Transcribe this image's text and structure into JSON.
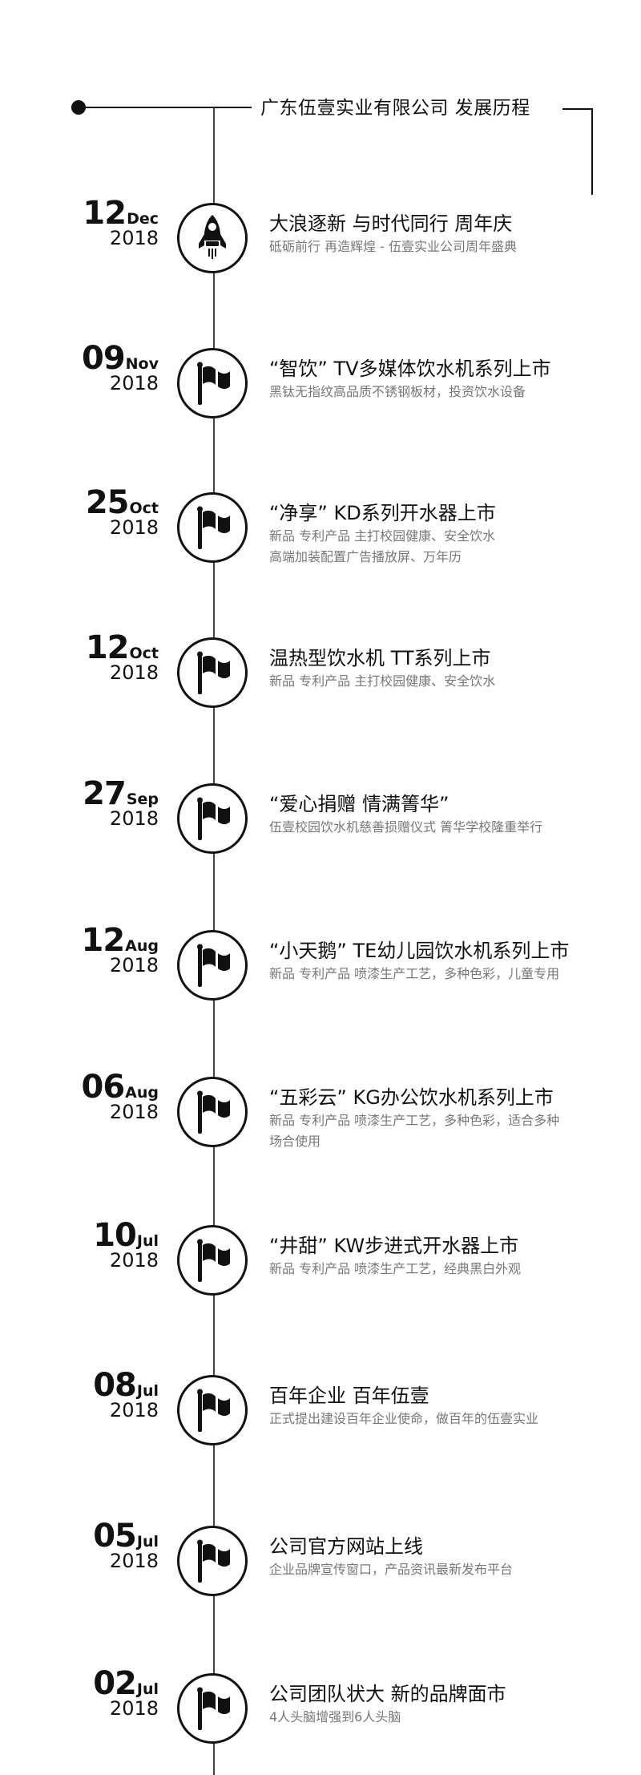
{
  "header": {
    "title": "广东伍壹实业有限公司  发展历程"
  },
  "events": [
    {
      "day": "12",
      "month": "Dec",
      "year": "2018",
      "icon": "rocket-icon",
      "title": "大浪逐新 与时代同行  周年庆",
      "sub": [
        "砥砺前行 再造辉煌 - 伍壹实业公司周年盛典"
      ]
    },
    {
      "day": "09",
      "month": "Nov",
      "year": "2018",
      "icon": "flag-icon",
      "title": "“智饮”  TV多媒体饮水机系列上市",
      "sub": [
        "黑钛无指纹高品质不锈钢板材，投资饮水设备"
      ]
    },
    {
      "day": "25",
      "month": "Oct",
      "year": "2018",
      "icon": "flag-icon",
      "title": "“净享”  KD系列开水器上市",
      "sub": [
        "新品 专利产品 主打校园健康、安全饮水",
        "高端加装配置广告播放屏、万年历"
      ]
    },
    {
      "day": "12",
      "month": "Oct",
      "year": "2018",
      "icon": "flag-icon",
      "title": "温热型饮水机 TT系列上市",
      "sub": [
        "新品 专利产品 主打校园健康、安全饮水"
      ]
    },
    {
      "day": "27",
      "month": "Sep",
      "year": "2018",
      "icon": "flag-icon",
      "title": "“爱心捐赠  情满箐华”",
      "sub": [
        "伍壹校园饮水机慈善损赠仪式 箐华学校隆重举行"
      ]
    },
    {
      "day": "12",
      "month": "Aug",
      "year": "2018",
      "icon": "flag-icon",
      "title": "“小天鹅”  TE幼儿园饮水机系列上市",
      "sub": [
        "新品 专利产品 喷漆生产工艺，多种色彩，儿童专用"
      ]
    },
    {
      "day": "06",
      "month": "Aug",
      "year": "2018",
      "icon": "flag-icon",
      "title": "“五彩云”  KG办公饮水机系列上市",
      "sub": [
        "新品 专利产品 喷漆生产工艺，多种色彩，适合多种",
        "场合使用"
      ]
    },
    {
      "day": "10",
      "month": "Jul",
      "year": "2018",
      "icon": "flag-icon",
      "title": "“井甜”  KW步进式开水器上市",
      "sub": [
        "新品 专利产品 喷漆生产工艺，经典黑白外观"
      ]
    },
    {
      "day": "08",
      "month": "Jul",
      "year": "2018",
      "icon": "flag-icon",
      "title": "百年企业  百年伍壹",
      "sub": [
        "正式提出建设百年企业使命，做百年的伍壹实业"
      ]
    },
    {
      "day": "05",
      "month": "Jul",
      "year": "2018",
      "icon": "flag-icon",
      "title": "公司官方网站上线",
      "sub": [
        "企业品牌宣传窗口，产品资讯最新发布平台"
      ]
    },
    {
      "day": "02",
      "month": "Jul",
      "year": "2018",
      "icon": "flag-icon",
      "title": "公司团队状大 新的品牌面市",
      "sub": [
        "4人头脑增强到6人头脑"
      ]
    }
  ]
}
